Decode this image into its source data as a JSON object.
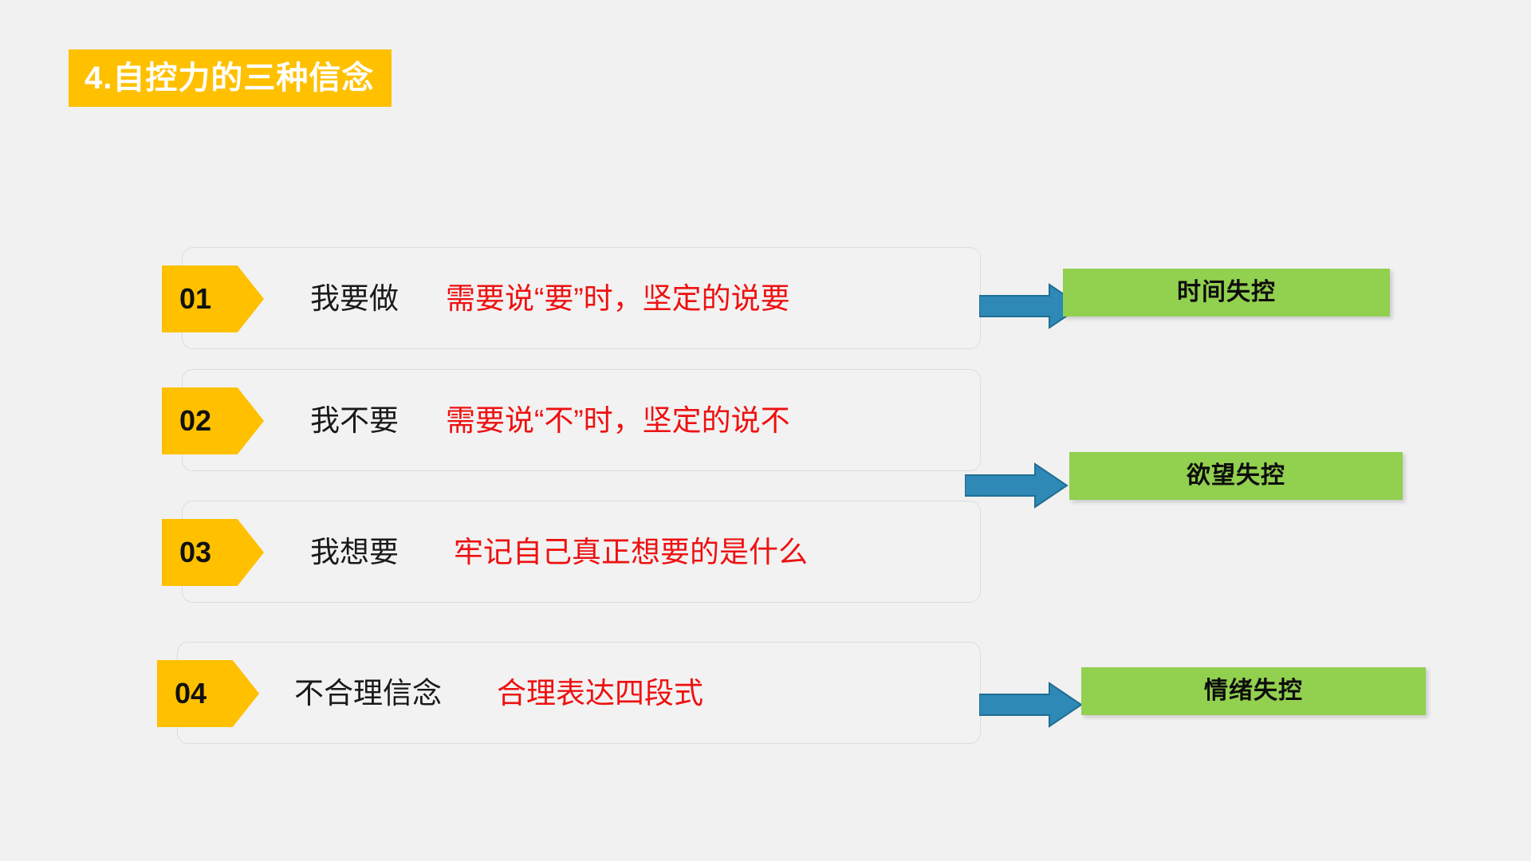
{
  "slide": {
    "background_color": "#F1F1F1",
    "title": "4.自控力的三种信念",
    "title_band_color": "#FFC000",
    "title_text_color": "#FFFFFF"
  },
  "palette": {
    "badge_amber": "#FFC000",
    "card_border": "#DCDCDC",
    "card_fill": "#F2F2F2",
    "desc_red": "#EE1111",
    "label_black": "#1A1A1A",
    "arrow_blue": "#2E89B6",
    "arrow_outline": "#1F6E92",
    "result_green": "#92D050",
    "result_text": "#0D0D0D"
  },
  "beliefs": [
    {
      "number": "01",
      "label": "我要做",
      "description": "需要说“要”时，坚定的说要"
    },
    {
      "number": "02",
      "label": "我不要",
      "description": "需要说“不”时，坚定的说不"
    },
    {
      "number": "03",
      "label": "我想要",
      "description": "牢记自己真正想要的是什么"
    },
    {
      "number": "04",
      "label": "不合理信念",
      "description": "合理表达四段式"
    }
  ],
  "results": [
    {
      "label": "时间失控"
    },
    {
      "label": "欲望失控"
    },
    {
      "label": "情绪失控"
    }
  ]
}
